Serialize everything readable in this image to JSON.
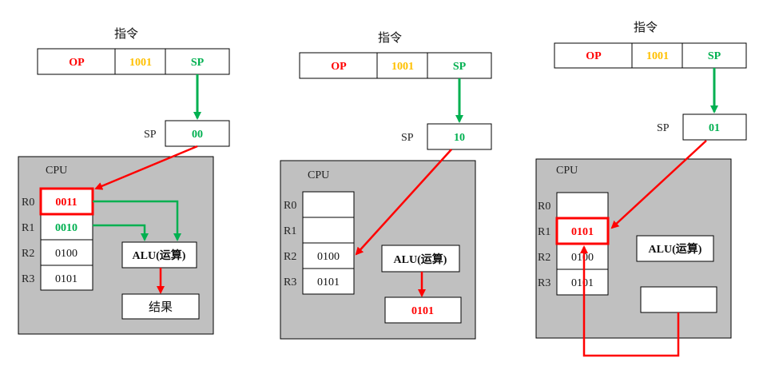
{
  "colors": {
    "red": "#ff0000",
    "green": "#00b050",
    "orange": "#ffc000",
    "cpu_fill": "#c0c0c0",
    "border": "#000000"
  },
  "panels": [
    {
      "id": "panel-1",
      "instruction_label": "指令",
      "instruction": {
        "op": "OP",
        "data": "1001",
        "reg": "SP"
      },
      "sp_label": "SP",
      "sp_value": "00",
      "cpu_label": "CPU",
      "registers": [
        {
          "name": "R0",
          "value": "0011"
        },
        {
          "name": "R1",
          "value": "0010"
        },
        {
          "name": "R2",
          "value": "0100"
        },
        {
          "name": "R3",
          "value": "0101"
        }
      ],
      "alu_label": "ALU(运算)",
      "result_label": "结果"
    },
    {
      "id": "panel-2",
      "instruction_label": "指令",
      "instruction": {
        "op": "OP",
        "data": "1001",
        "reg": "SP"
      },
      "sp_label": "SP",
      "sp_value": "10",
      "cpu_label": "CPU",
      "registers": [
        {
          "name": "R0",
          "value": ""
        },
        {
          "name": "R1",
          "value": ""
        },
        {
          "name": "R2",
          "value": "0100"
        },
        {
          "name": "R3",
          "value": "0101"
        }
      ],
      "alu_label": "ALU(运算)",
      "result_value": "0101"
    },
    {
      "id": "panel-3",
      "instruction_label": "指令",
      "instruction": {
        "op": "OP",
        "data": "1001",
        "reg": "SP"
      },
      "sp_label": "SP",
      "sp_value": "01",
      "cpu_label": "CPU",
      "registers": [
        {
          "name": "R0",
          "value": ""
        },
        {
          "name": "R1",
          "value": "0101"
        },
        {
          "name": "R2",
          "value": "0100"
        },
        {
          "name": "R3",
          "value": "0101"
        }
      ],
      "alu_label": "ALU(运算)",
      "result_value": ""
    }
  ]
}
